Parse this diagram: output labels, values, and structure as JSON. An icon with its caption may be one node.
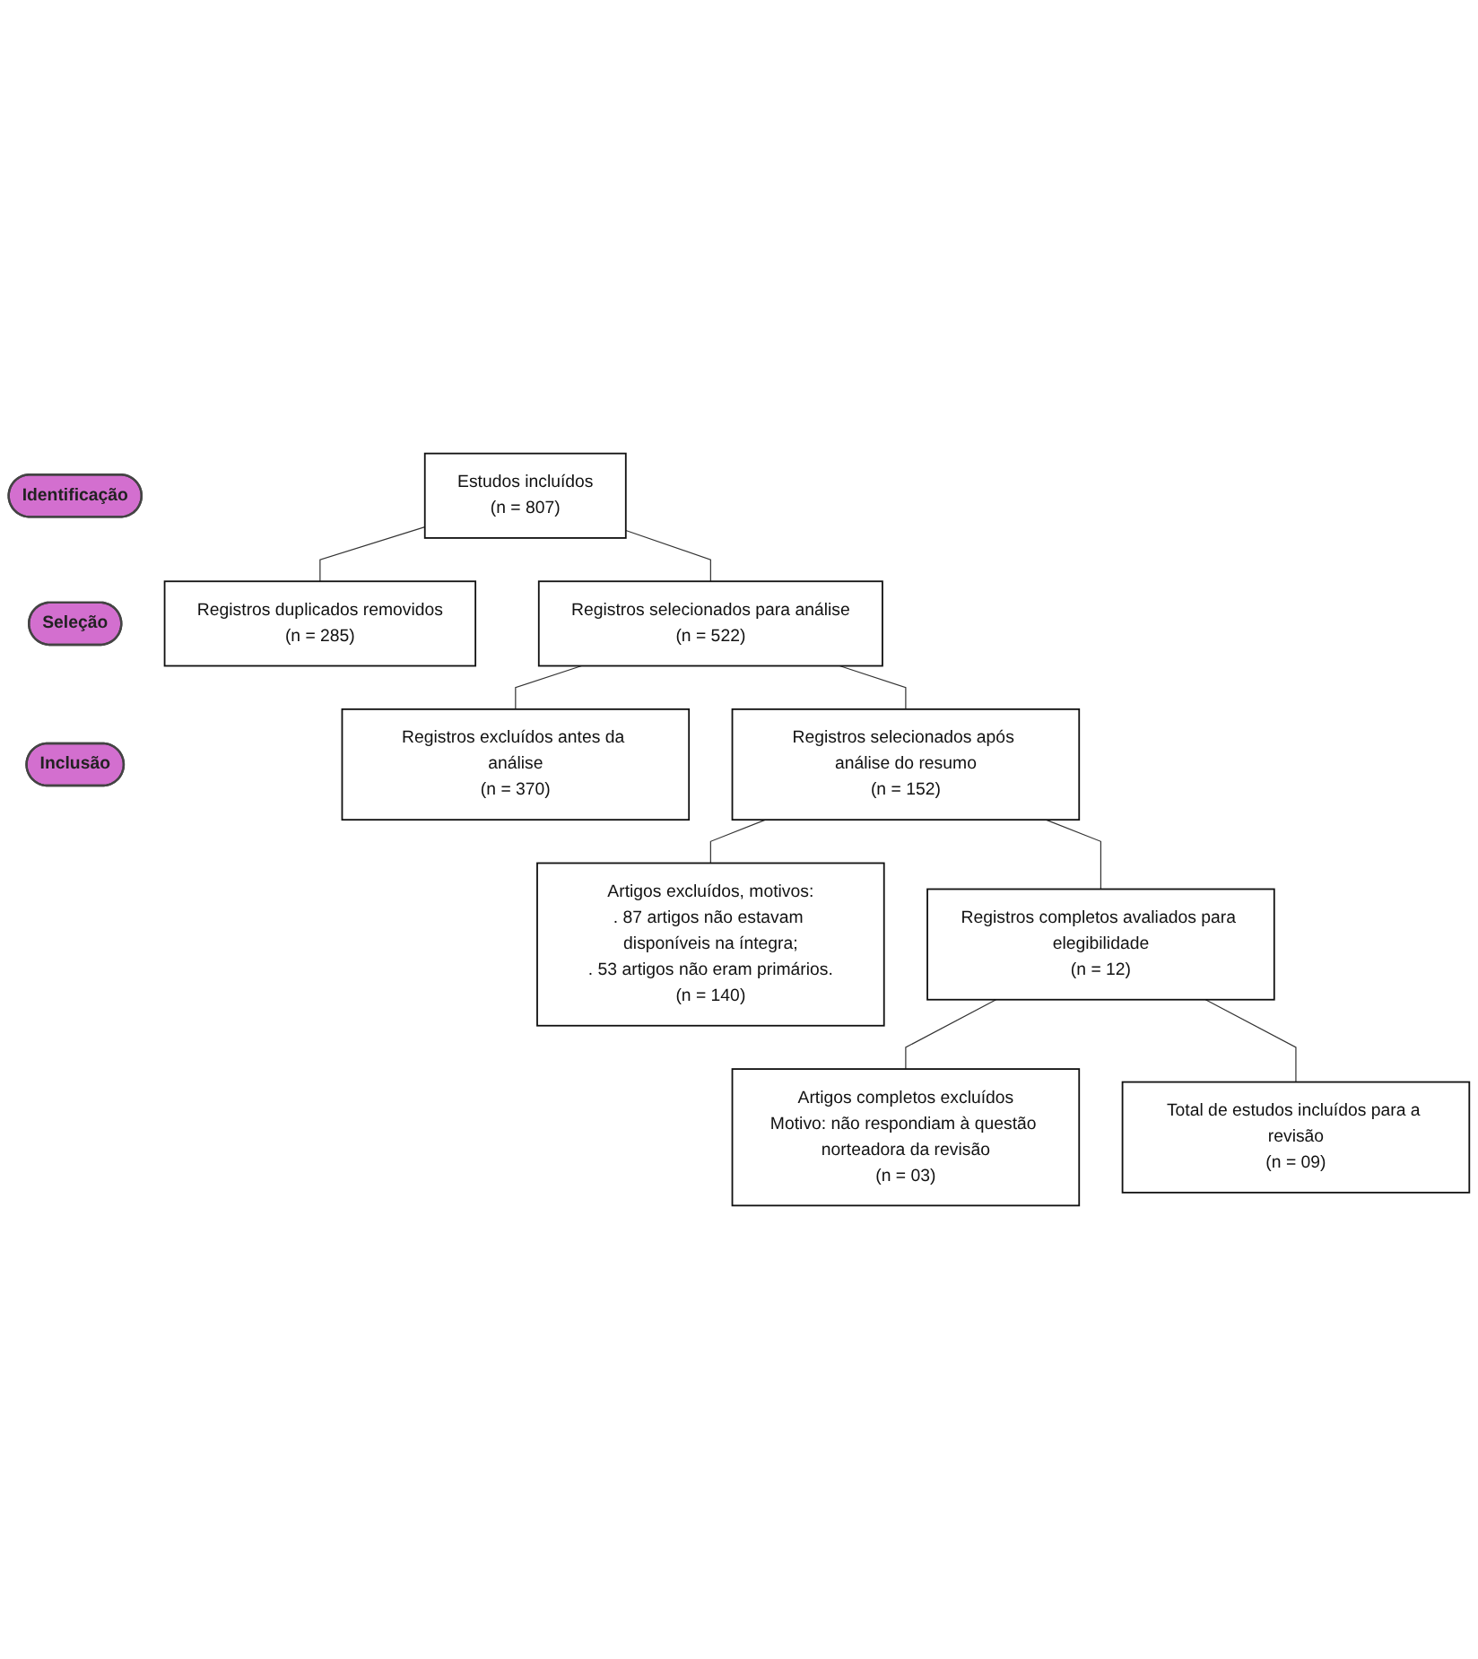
{
  "diagram": {
    "nodes": [
      {
        "text": [
          "Identificação"
        ]
      },
      {
        "text": [
          "Seleção"
        ]
      },
      {
        "text": [
          "Inclusão"
        ]
      },
      {
        "text": [
          "Estudos incluídos",
          "(n = 807)"
        ]
      },
      {
        "text": [
          "Registros duplicados removidos",
          "(n = 285)"
        ]
      },
      {
        "text": [
          "Registros selecionados para análise",
          "(n = 522)"
        ]
      },
      {
        "text": [
          "Registros excluídos antes da análise",
          "(n = 370)"
        ]
      },
      {
        "text": [
          "Registros selecionados após análise do resumo",
          "(n = 152)"
        ]
      },
      {
        "text": [
          "Artigos excluídos, motivos:",
          ". 87 artigos não estavam disponíveis na íntegra;",
          ". 53 artigos não eram primários.",
          "(n = 140)"
        ]
      },
      {
        "text": [
          "Registros completos avaliados para elegibilidade",
          "(n = 12)"
        ]
      },
      {
        "text": [
          "Artigos completos excluídos",
          "Motivo: não respondiam à questão norteadora da revisão",
          "(n = 03)"
        ]
      },
      {
        "text": [
          "Total de estudos incluídos para a revisão",
          "(n = 09)"
        ]
      }
    ],
    "edges": [
      {
        "from": 3,
        "to": 4,
        "arrow": "none"
      },
      {
        "from": 3,
        "to": 5,
        "arrow": "none"
      },
      {
        "from": 5,
        "to": 6,
        "arrow": "none"
      },
      {
        "from": 5,
        "to": 7,
        "arrow": "none"
      },
      {
        "from": 7,
        "to": 8,
        "arrow": "none"
      },
      {
        "from": 7,
        "to": 9,
        "arrow": "none"
      },
      {
        "from": 9,
        "to": 10,
        "arrow": "none"
      },
      {
        "from": 9,
        "to": 11,
        "arrow": "none"
      }
    ]
  }
}
